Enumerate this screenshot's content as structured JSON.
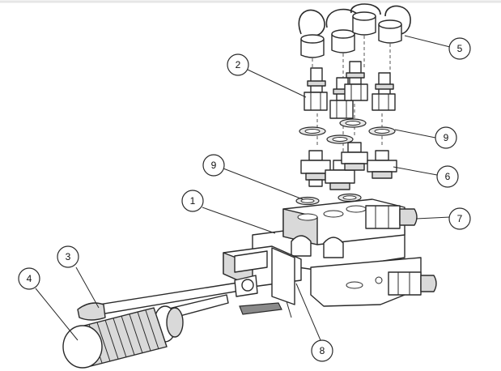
{
  "callouts": [
    {
      "id": "c1",
      "label": "1"
    },
    {
      "id": "c2",
      "label": "2"
    },
    {
      "id": "c3",
      "label": "3"
    },
    {
      "id": "c4",
      "label": "4"
    },
    {
      "id": "c5",
      "label": "5"
    },
    {
      "id": "c6",
      "label": "6"
    },
    {
      "id": "c7",
      "label": "7"
    },
    {
      "id": "c8",
      "label": "8"
    },
    {
      "id": "c9a",
      "label": "9"
    },
    {
      "id": "c9b",
      "label": "9"
    }
  ],
  "icons": [
    "valve-body",
    "quick-coupler",
    "dust-cap",
    "seal-ring",
    "adapter-fitting",
    "elbow-fitting",
    "lever-rod",
    "lever-handle",
    "lever-bracket"
  ]
}
